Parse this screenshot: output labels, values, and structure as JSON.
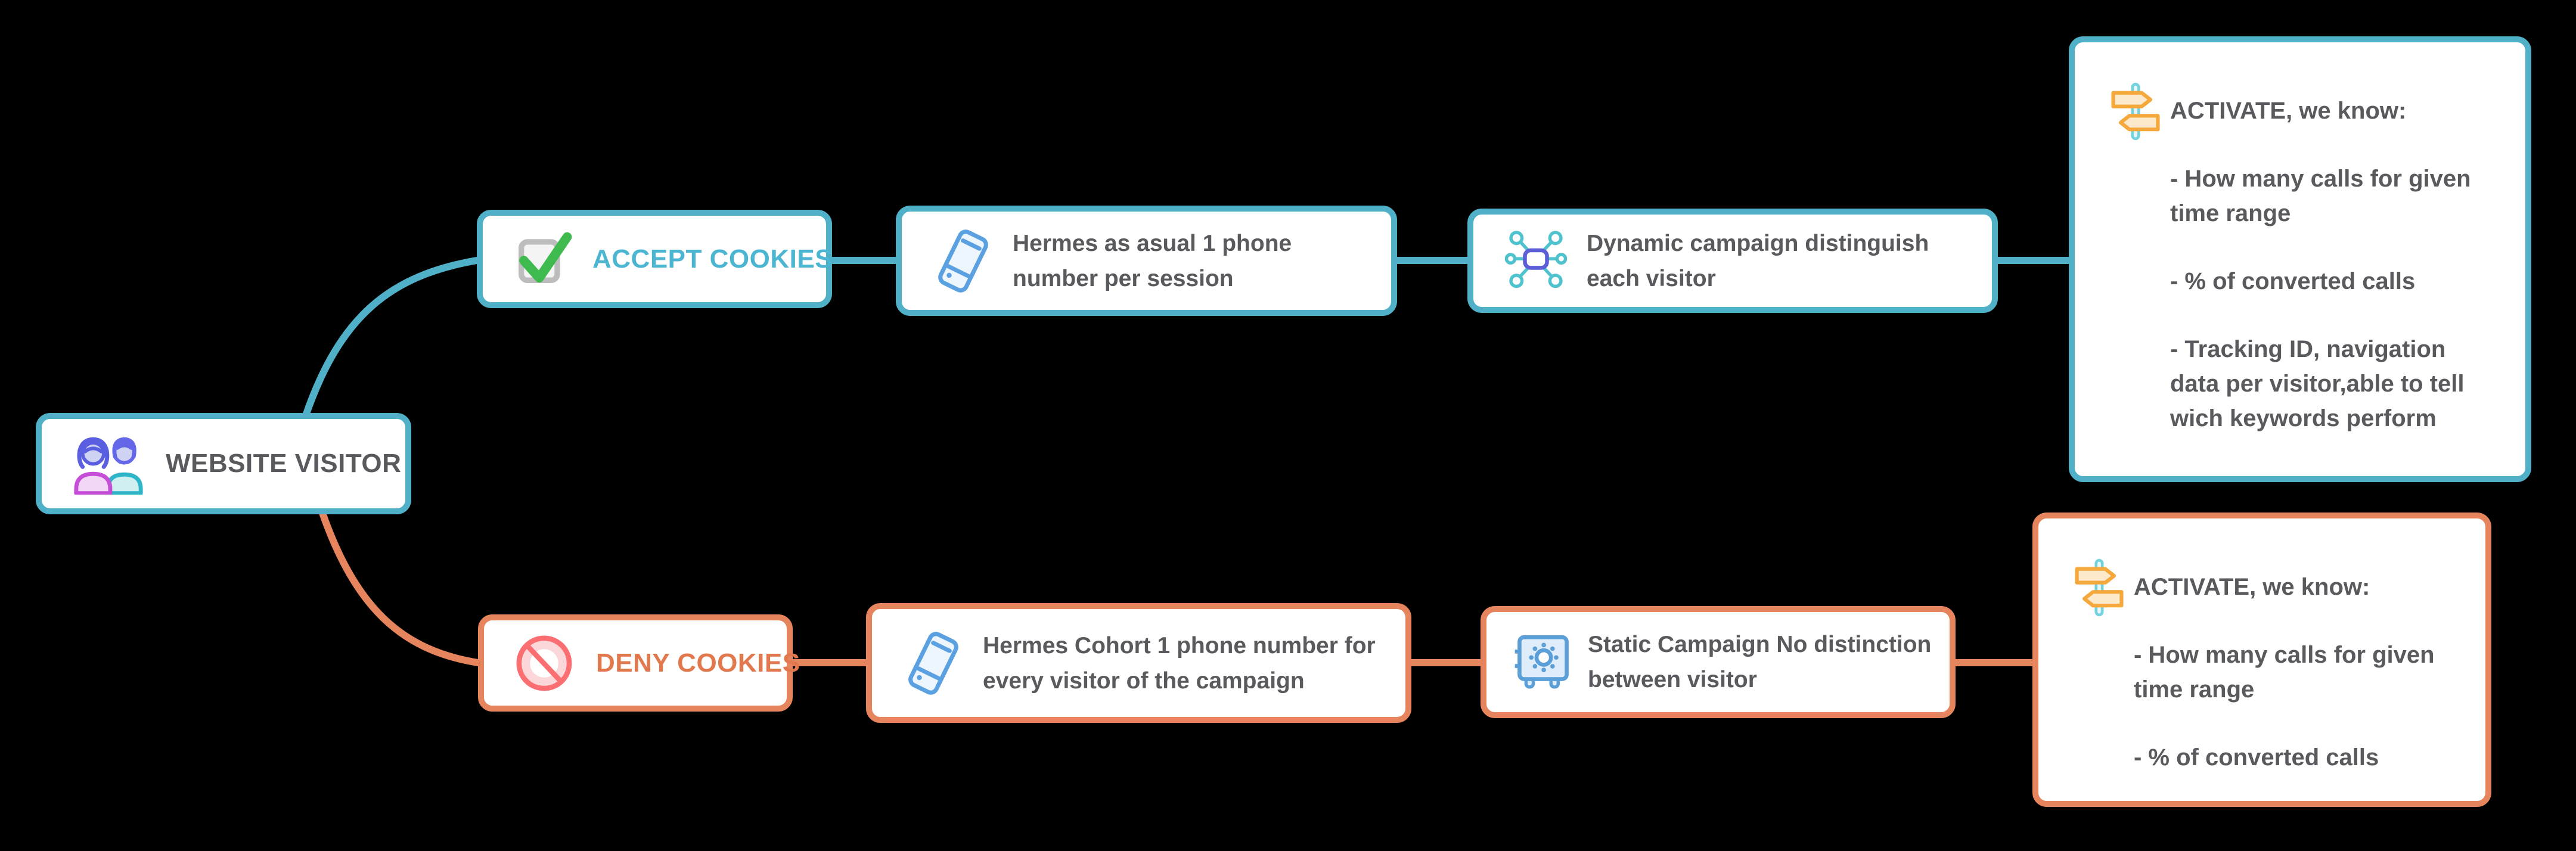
{
  "app": {
    "type": "cookie-consent-call-tracking-flowchart",
    "background": "#000000"
  },
  "colors": {
    "teal": "#4FB0C7",
    "orange": "#E6845D",
    "accept_label": "#4CB6D2",
    "deny_label": "#E2794E",
    "node_text": "#595A5D",
    "node_background": "#FFFFFF",
    "check_green": "#3EBA4F",
    "checkbox_gray": "#BDBDBD",
    "deny_red": "#FB6E72",
    "deny_pink": "#FCD7D9",
    "phone_blue": "#5BA1E2",
    "safe_blue": "#5B9FD8",
    "network_teal": "#4EC3CE",
    "network_indigo": "#5C5FD6",
    "signpost_orange": "#F5A83C",
    "signpost_cream": "#FDE9CC",
    "signpost_pole_teal": "#74D2DE",
    "people_indigo": "#5A5EE0",
    "people_magenta": "#C44ED6",
    "people_teal": "#2FB5C8"
  },
  "icons": {
    "visitor": "people-icon",
    "accept": "checkbox-check-icon",
    "deny": "no-entry-icon",
    "hermes_session": "phone-icon",
    "hermes_cohort": "phone-icon",
    "dynamic": "network-nodes-icon",
    "static_campaign": "safe-vault-icon",
    "activate_top": "signpost-icon",
    "activate_bottom": "signpost-icon"
  },
  "nodes": {
    "visitor": {
      "label": "WEBSITE VISITOR"
    },
    "accept": {
      "label": "ACCEPT COOKIES"
    },
    "hermes_session": {
      "text": "Hermes as asual 1 phone number per session"
    },
    "dynamic": {
      "text": "Dynamic campaign distinguish each visitor"
    },
    "activate_top": {
      "title": "ACTIVATE, we know:",
      "bullet1": "- How many calls for given time range",
      "bullet2": "- % of converted calls",
      "bullet3": "- Tracking ID, navigation data per visitor,able to tell wich keywords perform"
    },
    "deny": {
      "label": "DENY COOKIES"
    },
    "hermes_cohort": {
      "text": "Hermes Cohort 1 phone number for every visitor of the campaign"
    },
    "static_campaign": {
      "text": "Static Campaign No distinction between visitor"
    },
    "activate_bottom": {
      "title": "ACTIVATE, we know:",
      "bullet1": "- How many calls for given time range",
      "bullet2": "- % of converted calls"
    }
  }
}
